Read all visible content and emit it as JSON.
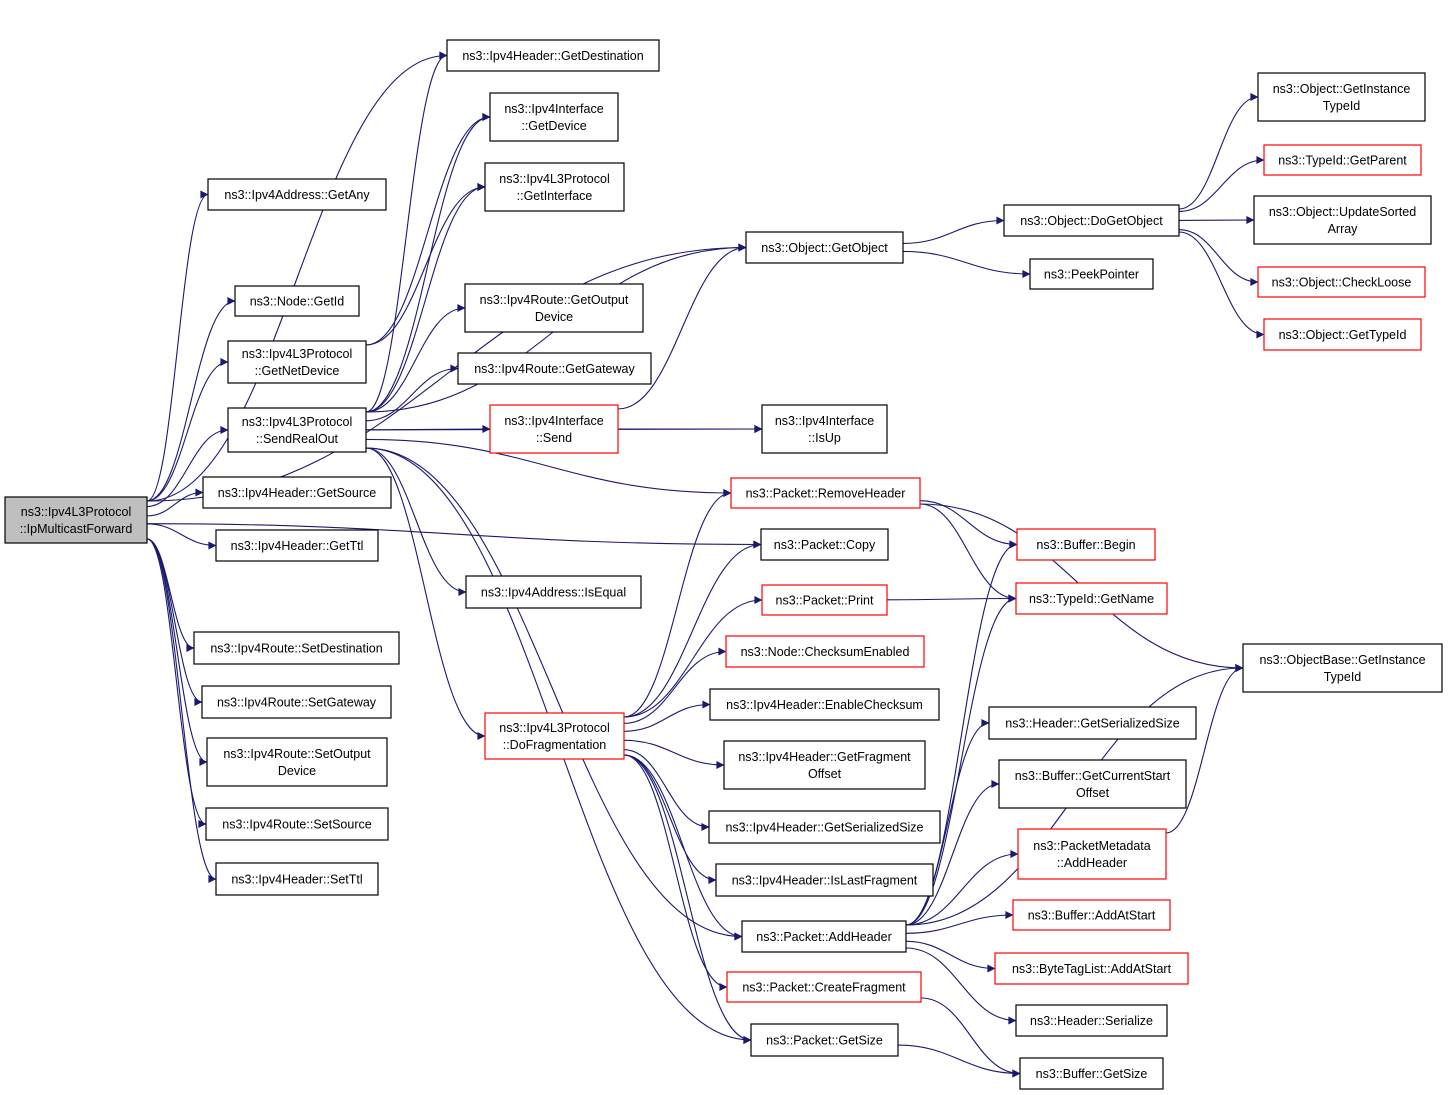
{
  "graph": {
    "nodes": [
      {
        "id": "root",
        "lines": [
          "ns3::Ipv4L3Protocol",
          "::IpMulticastForward"
        ],
        "border": "black",
        "fill": "gray"
      },
      {
        "id": "getDestination",
        "lines": [
          "ns3::Ipv4Header::GetDestination"
        ],
        "border": "black"
      },
      {
        "id": "ifaceGetDevice",
        "lines": [
          "ns3::Ipv4Interface",
          "::GetDevice"
        ],
        "border": "black"
      },
      {
        "id": "l3GetInterface",
        "lines": [
          "ns3::Ipv4L3Protocol",
          "::GetInterface"
        ],
        "border": "black"
      },
      {
        "id": "addrGetAny",
        "lines": [
          "ns3::Ipv4Address::GetAny"
        ],
        "border": "black"
      },
      {
        "id": "nodeGetId",
        "lines": [
          "ns3::Node::GetId"
        ],
        "border": "black"
      },
      {
        "id": "l3GetNetDevice",
        "lines": [
          "ns3::Ipv4L3Protocol",
          "::GetNetDevice"
        ],
        "border": "black"
      },
      {
        "id": "sendRealOut",
        "lines": [
          "ns3::Ipv4L3Protocol",
          "::SendRealOut"
        ],
        "border": "black"
      },
      {
        "id": "getSource",
        "lines": [
          "ns3::Ipv4Header::GetSource"
        ],
        "border": "black"
      },
      {
        "id": "getTtl",
        "lines": [
          "ns3::Ipv4Header::GetTtl"
        ],
        "border": "black"
      },
      {
        "id": "setDestination",
        "lines": [
          "ns3::Ipv4Route::SetDestination"
        ],
        "border": "black"
      },
      {
        "id": "setGateway",
        "lines": [
          "ns3::Ipv4Route::SetGateway"
        ],
        "border": "black"
      },
      {
        "id": "setOutputDevice",
        "lines": [
          "ns3::Ipv4Route::SetOutput",
          "Device"
        ],
        "border": "black"
      },
      {
        "id": "setSource",
        "lines": [
          "ns3::Ipv4Route::SetSource"
        ],
        "border": "black"
      },
      {
        "id": "setTtl",
        "lines": [
          "ns3::Ipv4Header::SetTtl"
        ],
        "border": "black"
      },
      {
        "id": "routeGetOutputDevice",
        "lines": [
          "ns3::Ipv4Route::GetOutput",
          "Device"
        ],
        "border": "black"
      },
      {
        "id": "routeGetGateway",
        "lines": [
          "ns3::Ipv4Route::GetGateway"
        ],
        "border": "black"
      },
      {
        "id": "ifaceSend",
        "lines": [
          "ns3::Ipv4Interface",
          "::Send"
        ],
        "border": "red"
      },
      {
        "id": "addrIsEqual",
        "lines": [
          "ns3::Ipv4Address::IsEqual"
        ],
        "border": "black"
      },
      {
        "id": "doFragmentation",
        "lines": [
          "ns3::Ipv4L3Protocol",
          "::DoFragmentation"
        ],
        "border": "red"
      },
      {
        "id": "objGetObject",
        "lines": [
          "ns3::Object::GetObject"
        ],
        "border": "black"
      },
      {
        "id": "ifaceIsUp",
        "lines": [
          "ns3::Ipv4Interface",
          "::IsUp"
        ],
        "border": "black"
      },
      {
        "id": "pktRemoveHeader",
        "lines": [
          "ns3::Packet::RemoveHeader"
        ],
        "border": "red"
      },
      {
        "id": "pktCopy",
        "lines": [
          "ns3::Packet::Copy"
        ],
        "border": "black"
      },
      {
        "id": "pktPrint",
        "lines": [
          "ns3::Packet::Print"
        ],
        "border": "red"
      },
      {
        "id": "nodeChecksumEnabled",
        "lines": [
          "ns3::Node::ChecksumEnabled"
        ],
        "border": "red"
      },
      {
        "id": "hdrEnableChecksum",
        "lines": [
          "ns3::Ipv4Header::EnableChecksum"
        ],
        "border": "black"
      },
      {
        "id": "hdrGetFragmentOffset",
        "lines": [
          "ns3::Ipv4Header::GetFragment",
          "Offset"
        ],
        "border": "black"
      },
      {
        "id": "ipv4HdrGetSerializedSize",
        "lines": [
          "ns3::Ipv4Header::GetSerializedSize"
        ],
        "border": "black"
      },
      {
        "id": "hdrIsLastFragment",
        "lines": [
          "ns3::Ipv4Header::IsLastFragment"
        ],
        "border": "black"
      },
      {
        "id": "pktAddHeader",
        "lines": [
          "ns3::Packet::AddHeader"
        ],
        "border": "black"
      },
      {
        "id": "pktCreateFragment",
        "lines": [
          "ns3::Packet::CreateFragment"
        ],
        "border": "red"
      },
      {
        "id": "pktGetSize",
        "lines": [
          "ns3::Packet::GetSize"
        ],
        "border": "black"
      },
      {
        "id": "objDoGetObject",
        "lines": [
          "ns3::Object::DoGetObject"
        ],
        "border": "black"
      },
      {
        "id": "peekPointer",
        "lines": [
          "ns3::PeekPointer"
        ],
        "border": "black"
      },
      {
        "id": "objGetInstanceTypeId",
        "lines": [
          "ns3::Object::GetInstance",
          "TypeId"
        ],
        "border": "black"
      },
      {
        "id": "typeIdGetParent",
        "lines": [
          "ns3::TypeId::GetParent"
        ],
        "border": "red"
      },
      {
        "id": "objUpdateSortedArray",
        "lines": [
          "ns3::Object::UpdateSorted",
          "Array"
        ],
        "border": "black"
      },
      {
        "id": "objCheckLoose",
        "lines": [
          "ns3::Object::CheckLoose"
        ],
        "border": "red"
      },
      {
        "id": "objGetTypeId",
        "lines": [
          "ns3::Object::GetTypeId"
        ],
        "border": "red"
      },
      {
        "id": "bufBegin",
        "lines": [
          "ns3::Buffer::Begin"
        ],
        "border": "red"
      },
      {
        "id": "typeIdGetName",
        "lines": [
          "ns3::TypeId::GetName"
        ],
        "border": "red"
      },
      {
        "id": "objBaseGetInstanceTypeId",
        "lines": [
          "ns3::ObjectBase::GetInstance",
          "TypeId"
        ],
        "border": "black"
      },
      {
        "id": "headerGetSerializedSize",
        "lines": [
          "ns3::Header::GetSerializedSize"
        ],
        "border": "black"
      },
      {
        "id": "bufGetCurrentStartOffset",
        "lines": [
          "ns3::Buffer::GetCurrentStart",
          "Offset"
        ],
        "border": "black"
      },
      {
        "id": "metaAddHeader",
        "lines": [
          "ns3::PacketMetadata",
          "::AddHeader"
        ],
        "border": "red"
      },
      {
        "id": "bufAddAtStart",
        "lines": [
          "ns3::Buffer::AddAtStart"
        ],
        "border": "red"
      },
      {
        "id": "byteTagListAddAtStart",
        "lines": [
          "ns3::ByteTagList::AddAtStart"
        ],
        "border": "red"
      },
      {
        "id": "headerSerialize",
        "lines": [
          "ns3::Header::Serialize"
        ],
        "border": "black"
      },
      {
        "id": "bufGetSize",
        "lines": [
          "ns3::Buffer::GetSize"
        ],
        "border": "black"
      }
    ],
    "edges": [
      [
        "root",
        "addrGetAny"
      ],
      [
        "root",
        "nodeGetId"
      ],
      [
        "root",
        "l3GetNetDevice"
      ],
      [
        "root",
        "sendRealOut"
      ],
      [
        "root",
        "getSource"
      ],
      [
        "root",
        "getTtl"
      ],
      [
        "root",
        "setDestination"
      ],
      [
        "root",
        "setGateway"
      ],
      [
        "root",
        "setOutputDevice"
      ],
      [
        "root",
        "setSource"
      ],
      [
        "root",
        "setTtl"
      ],
      [
        "root",
        "getDestination"
      ],
      [
        "root",
        "objGetObject"
      ],
      [
        "root",
        "pktCopy"
      ],
      [
        "l3GetNetDevice",
        "ifaceGetDevice"
      ],
      [
        "l3GetNetDevice",
        "l3GetInterface"
      ],
      [
        "sendRealOut",
        "getDestination"
      ],
      [
        "sendRealOut",
        "ifaceGetDevice"
      ],
      [
        "sendRealOut",
        "l3GetInterface"
      ],
      [
        "sendRealOut",
        "objGetObject"
      ],
      [
        "sendRealOut",
        "routeGetOutputDevice"
      ],
      [
        "sendRealOut",
        "routeGetGateway"
      ],
      [
        "sendRealOut",
        "ifaceSend"
      ],
      [
        "sendRealOut",
        "ifaceIsUp"
      ],
      [
        "sendRealOut",
        "pktRemoveHeader"
      ],
      [
        "sendRealOut",
        "addrIsEqual"
      ],
      [
        "sendRealOut",
        "doFragmentation"
      ],
      [
        "sendRealOut",
        "pktAddHeader"
      ],
      [
        "sendRealOut",
        "pktGetSize"
      ],
      [
        "ifaceSend",
        "objGetObject"
      ],
      [
        "ifaceSend",
        "ifaceIsUp"
      ],
      [
        "objGetObject",
        "objDoGetObject"
      ],
      [
        "objGetObject",
        "peekPointer"
      ],
      [
        "objDoGetObject",
        "objGetInstanceTypeId"
      ],
      [
        "objDoGetObject",
        "typeIdGetParent"
      ],
      [
        "objDoGetObject",
        "objUpdateSortedArray"
      ],
      [
        "objDoGetObject",
        "objCheckLoose"
      ],
      [
        "objDoGetObject",
        "objGetTypeId"
      ],
      [
        "doFragmentation",
        "pktRemoveHeader"
      ],
      [
        "doFragmentation",
        "pktCopy"
      ],
      [
        "doFragmentation",
        "pktPrint"
      ],
      [
        "doFragmentation",
        "nodeChecksumEnabled"
      ],
      [
        "doFragmentation",
        "hdrEnableChecksum"
      ],
      [
        "doFragmentation",
        "hdrGetFragmentOffset"
      ],
      [
        "doFragmentation",
        "ipv4HdrGetSerializedSize"
      ],
      [
        "doFragmentation",
        "hdrIsLastFragment"
      ],
      [
        "doFragmentation",
        "pktAddHeader"
      ],
      [
        "doFragmentation",
        "pktCreateFragment"
      ],
      [
        "doFragmentation",
        "pktGetSize"
      ],
      [
        "pktRemoveHeader",
        "bufBegin"
      ],
      [
        "pktRemoveHeader",
        "typeIdGetName"
      ],
      [
        "pktRemoveHeader",
        "objBaseGetInstanceTypeId"
      ],
      [
        "pktPrint",
        "typeIdGetName"
      ],
      [
        "pktAddHeader",
        "bufBegin"
      ],
      [
        "pktAddHeader",
        "typeIdGetName"
      ],
      [
        "pktAddHeader",
        "objBaseGetInstanceTypeId"
      ],
      [
        "pktAddHeader",
        "headerGetSerializedSize"
      ],
      [
        "pktAddHeader",
        "bufGetCurrentStartOffset"
      ],
      [
        "pktAddHeader",
        "metaAddHeader"
      ],
      [
        "pktAddHeader",
        "bufAddAtStart"
      ],
      [
        "pktAddHeader",
        "byteTagListAddAtStart"
      ],
      [
        "pktAddHeader",
        "headerSerialize"
      ],
      [
        "metaAddHeader",
        "objBaseGetInstanceTypeId"
      ],
      [
        "pktCreateFragment",
        "bufGetSize"
      ],
      [
        "pktGetSize",
        "bufGetSize"
      ]
    ],
    "colors": {
      "edge": "#191970",
      "border_default": "#000000",
      "border_highlight": "#ff0000",
      "root_fill": "#bfbfbf",
      "background": "#ffffff"
    }
  }
}
